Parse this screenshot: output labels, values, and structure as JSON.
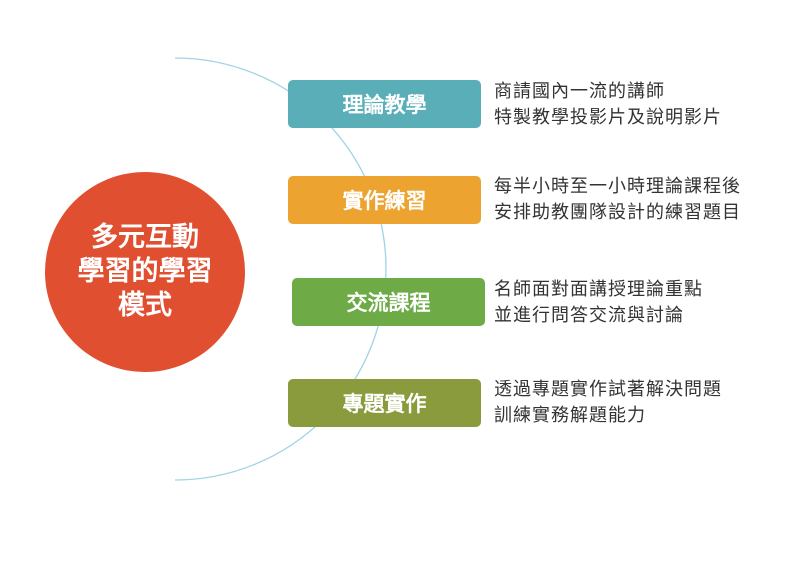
{
  "center": {
    "lines": [
      "多元互動",
      "學習的學習",
      "模式"
    ],
    "color": "#e04f30"
  },
  "arc_color": "#9fd3e6",
  "items": [
    {
      "label": "理論教學",
      "color": "#59aeb8",
      "desc": [
        "商請國內一流的講師",
        "特製教學投影片及說明影片"
      ]
    },
    {
      "label": "實作練習",
      "color": "#eda330",
      "desc": [
        "每半小時至一小時理論課程後",
        "安排助教團隊設計的練習題目"
      ]
    },
    {
      "label": "交流課程",
      "color": "#6eab47",
      "desc": [
        "名師面對面講授理論重點",
        "並進行問答交流與討論"
      ]
    },
    {
      "label": "專題實作",
      "color": "#8a9b3e",
      "desc": [
        "透過專題實作試著解決問題",
        "訓練實務解題能力"
      ]
    }
  ]
}
